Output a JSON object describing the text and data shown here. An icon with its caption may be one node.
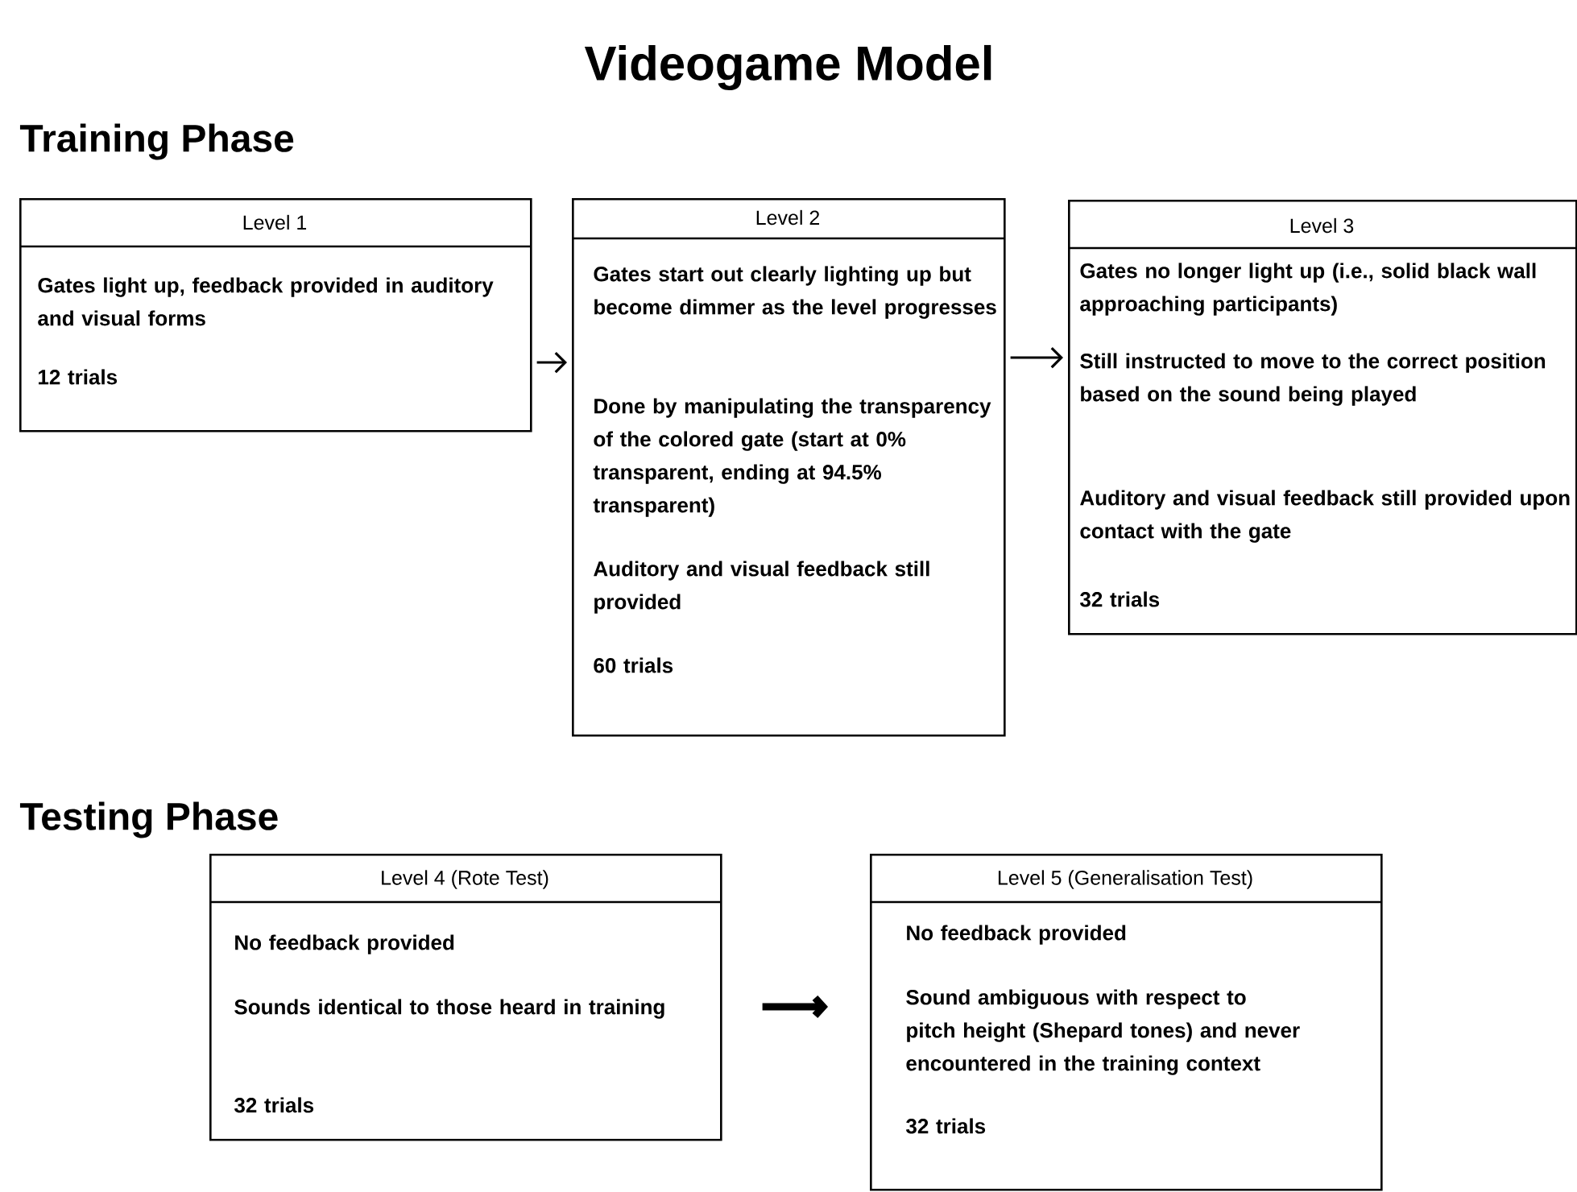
{
  "diagram": {
    "title": "Videogame Model",
    "nodes": [
      {
        "text": [
          "Level 1",
          "Gates light up, feedback provided in auditory and visual forms",
          "12 trials"
        ]
      },
      {
        "text": [
          "Level 2",
          "Gates start out clearly lighting up but become dimmer as the level progresses",
          "Done by manipulating the transparency of the colored gate (start at 0% transparent, ending at 94.5% transparent)",
          "Auditory and visual feedback still provided",
          "60 trials"
        ]
      },
      {
        "text": [
          "Level 3",
          "Gates no longer light up (i.e., solid black wall approaching participants)",
          "Still instructed to move to the correct position based on the sound being played",
          "Auditory and visual feedback still provided upon contact with the gate",
          "32 trials"
        ]
      },
      {
        "text": [
          "Level 4 (Rote Test)",
          "No feedback provided",
          "Sounds identical to those heard in training",
          "32 trials"
        ]
      },
      {
        "text": [
          "Level 5 (Generalisation Test)",
          "No feedback provided",
          "Sound ambiguous with respect to pitch height (Shepard tones) and never encountered in the training context",
          "32 trials"
        ]
      }
    ],
    "edges": [
      {
        "from": 0,
        "to": 1,
        "arrow": "to"
      },
      {
        "from": 1,
        "to": 2,
        "arrow": "to"
      },
      {
        "from": 3,
        "to": 4,
        "arrow": "to",
        "style": "thick"
      }
    ],
    "labels": [
      "Training Phase",
      "Testing Phase"
    ]
  }
}
